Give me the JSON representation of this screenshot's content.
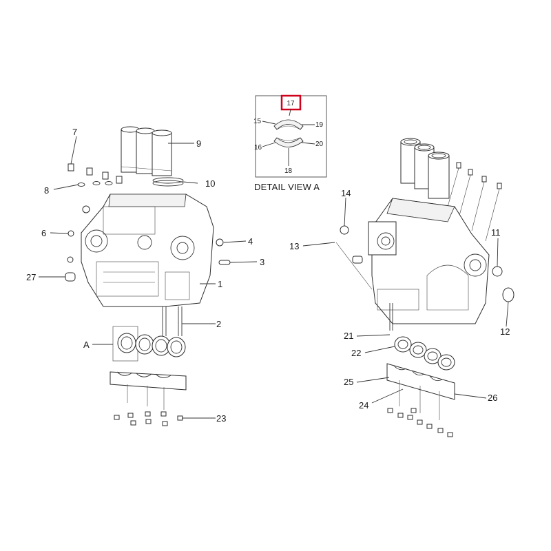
{
  "detail_view": {
    "caption": "DETAIL VIEW A",
    "highlight_label": "17",
    "labels": [
      "15",
      "19",
      "16",
      "20",
      "18"
    ]
  },
  "left_assembly": {
    "labels": [
      "7",
      "9",
      "8",
      "10",
      "6",
      "4",
      "3",
      "27",
      "1",
      "2",
      "A",
      "23"
    ]
  },
  "right_assembly": {
    "labels": [
      "14",
      "13",
      "11",
      "12",
      "21",
      "22",
      "25",
      "24",
      "26"
    ]
  },
  "colors": {
    "highlight": "#d0021b",
    "line": "#333333"
  }
}
